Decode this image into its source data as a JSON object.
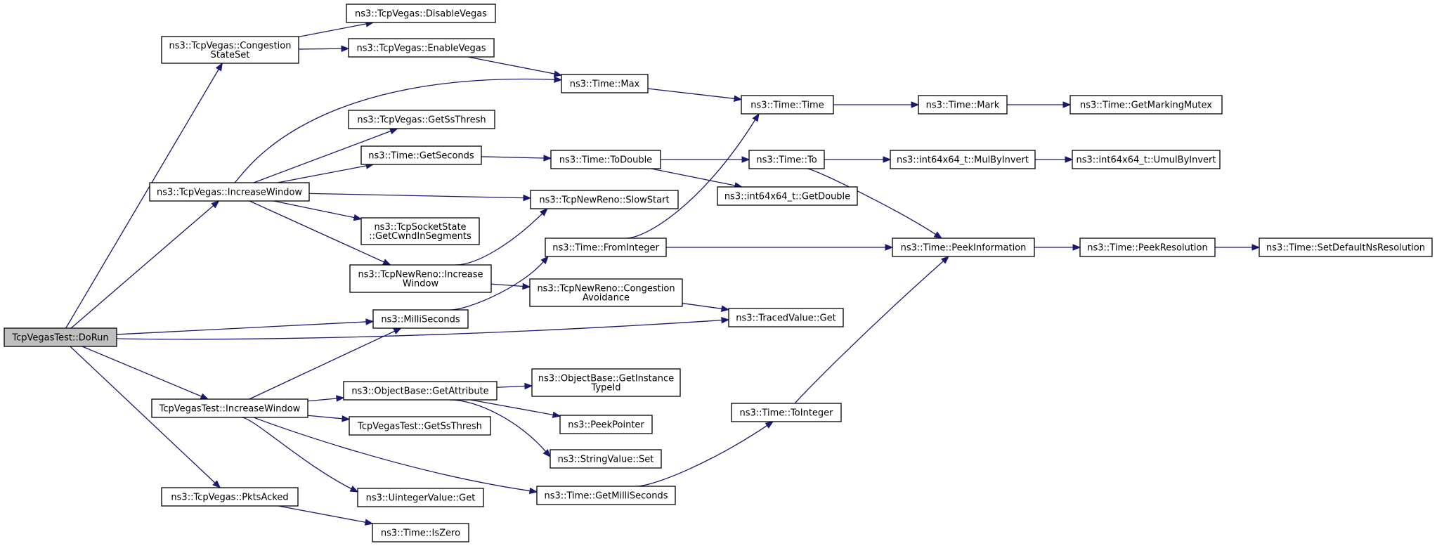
{
  "colors": {
    "edge": "#191970",
    "node_fill": "#ffffff",
    "root_fill": "#bfbfbf",
    "border": "#000000"
  },
  "nodes": {
    "root": [
      "TcpVegasTest::DoRun"
    ],
    "cong_set": [
      "ns3::TcpVegas::Congestion",
      "StateSet"
    ],
    "vegas_incr": [
      "ns3::TcpVegas::IncreaseWindow"
    ],
    "test_incr": [
      "TcpVegasTest::IncreaseWindow"
    ],
    "pkts_acked": [
      "ns3::TcpVegas::PktsAcked"
    ],
    "disable_vegas": [
      "ns3::TcpVegas::DisableVegas"
    ],
    "enable_vegas": [
      "ns3::TcpVegas::EnableVegas"
    ],
    "get_ssthresh_v": [
      "ns3::TcpVegas::GetSsThresh"
    ],
    "get_seconds": [
      "ns3::Time::GetSeconds"
    ],
    "slow_start": [
      "ns3::TcpNewReno::SlowStart"
    ],
    "get_cwnd": [
      "ns3::TcpSocketState",
      "::GetCwndInSegments"
    ],
    "newreno_incr": [
      "ns3::TcpNewReno::Increase",
      "Window"
    ],
    "milliseconds": [
      "ns3::MilliSeconds"
    ],
    "get_attribute": [
      "ns3::ObjectBase::GetAttribute"
    ],
    "test_ssthresh": [
      "TcpVegasTest::GetSsThresh"
    ],
    "uint_get": [
      "ns3::UintegerValue::Get"
    ],
    "is_zero": [
      "ns3::Time::IsZero"
    ],
    "time_max": [
      "ns3::Time::Max"
    ],
    "to_double": [
      "ns3::Time::ToDouble"
    ],
    "from_integer": [
      "ns3::Time::FromInteger"
    ],
    "cong_avoid": [
      "ns3::TcpNewReno::Congestion",
      "Avoidance"
    ],
    "instance_type": [
      "ns3::ObjectBase::GetInstance",
      "TypeId"
    ],
    "peek_pointer": [
      "ns3::PeekPointer"
    ],
    "string_set": [
      "ns3::StringValue::Set"
    ],
    "get_millis": [
      "ns3::Time::GetMilliSeconds"
    ],
    "time_time": [
      "ns3::Time::Time"
    ],
    "time_to": [
      "ns3::Time::To"
    ],
    "get_double": [
      "ns3::int64x64_t::GetDouble"
    ],
    "traced_get": [
      "ns3::TracedValue::Get"
    ],
    "to_integer": [
      "ns3::Time::ToInteger"
    ],
    "time_mark": [
      "ns3::Time::Mark"
    ],
    "mul_by_invert": [
      "ns3::int64x64_t::MulByInvert"
    ],
    "peek_info": [
      "ns3::Time::PeekInformation"
    ],
    "marking_mutex": [
      "ns3::Time::GetMarkingMutex"
    ],
    "umul_by_invert": [
      "ns3::int64x64_t::UmulByInvert"
    ],
    "peek_resolution": [
      "ns3::Time::PeekResolution"
    ],
    "set_default_ns": [
      "ns3::Time::SetDefaultNsResolution"
    ]
  },
  "edges": [
    [
      "root",
      "cong_set"
    ],
    [
      "root",
      "vegas_incr"
    ],
    [
      "root",
      "milliseconds"
    ],
    [
      "root",
      "traced_get"
    ],
    [
      "root",
      "test_incr"
    ],
    [
      "root",
      "pkts_acked"
    ],
    [
      "cong_set",
      "disable_vegas"
    ],
    [
      "cong_set",
      "enable_vegas"
    ],
    [
      "enable_vegas",
      "time_max"
    ],
    [
      "vegas_incr",
      "time_max"
    ],
    [
      "vegas_incr",
      "get_ssthresh_v"
    ],
    [
      "vegas_incr",
      "get_seconds"
    ],
    [
      "vegas_incr",
      "slow_start"
    ],
    [
      "vegas_incr",
      "get_cwnd"
    ],
    [
      "vegas_incr",
      "newreno_incr"
    ],
    [
      "newreno_incr",
      "slow_start"
    ],
    [
      "newreno_incr",
      "cong_avoid"
    ],
    [
      "milliseconds",
      "from_integer"
    ],
    [
      "test_incr",
      "milliseconds"
    ],
    [
      "test_incr",
      "get_attribute"
    ],
    [
      "test_incr",
      "test_ssthresh"
    ],
    [
      "test_incr",
      "uint_get"
    ],
    [
      "test_incr",
      "get_millis"
    ],
    [
      "get_attribute",
      "instance_type"
    ],
    [
      "get_attribute",
      "peek_pointer"
    ],
    [
      "get_attribute",
      "string_set"
    ],
    [
      "pkts_acked",
      "is_zero"
    ],
    [
      "time_max",
      "time_time"
    ],
    [
      "get_seconds",
      "to_double"
    ],
    [
      "to_double",
      "time_to"
    ],
    [
      "to_double",
      "get_double"
    ],
    [
      "from_integer",
      "time_time"
    ],
    [
      "from_integer",
      "peek_info"
    ],
    [
      "cong_avoid",
      "traced_get"
    ],
    [
      "get_millis",
      "to_integer"
    ],
    [
      "to_integer",
      "peek_info"
    ],
    [
      "time_time",
      "time_mark"
    ],
    [
      "time_mark",
      "marking_mutex"
    ],
    [
      "time_to",
      "mul_by_invert"
    ],
    [
      "time_to",
      "peek_info"
    ],
    [
      "mul_by_invert",
      "umul_by_invert"
    ],
    [
      "peek_info",
      "peek_resolution"
    ],
    [
      "peek_resolution",
      "set_default_ns"
    ]
  ]
}
